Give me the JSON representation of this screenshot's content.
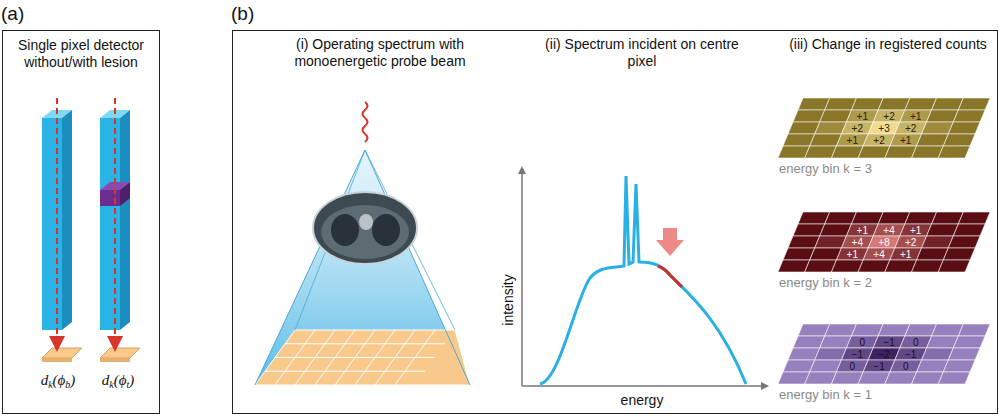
{
  "diagram": {
    "nodes": [
      {
        "text": [
          "(a)",
          "Single pixel detector without/with lesion"
        ]
      },
      {
        "text": [
          "(b)"
        ]
      }
    ],
    "labels": [
      "(i) Operating spectrum with monoenergetic probe beam",
      "(ii) Spectrum incident on centre pixel",
      "(iii) Change in registered counts",
      "d",
      "k",
      "(ϕ",
      "b",
      ")",
      "d",
      "k",
      "(ϕ",
      "t",
      ")",
      "intensity",
      "energy",
      "+1",
      "+2",
      "+1",
      "+2",
      "+3",
      "+2",
      "+1",
      "+2",
      "+1",
      "energy bin k = 3",
      "+1",
      "+4",
      "+1",
      "+4",
      "+8",
      "+2",
      "+1",
      "+4",
      "+1",
      "energy bin k = 2",
      "0",
      "−1",
      "0",
      "−1",
      "−2",
      "−1",
      "0",
      "−1",
      "0",
      "energy bin k = 1"
    ]
  }
}
